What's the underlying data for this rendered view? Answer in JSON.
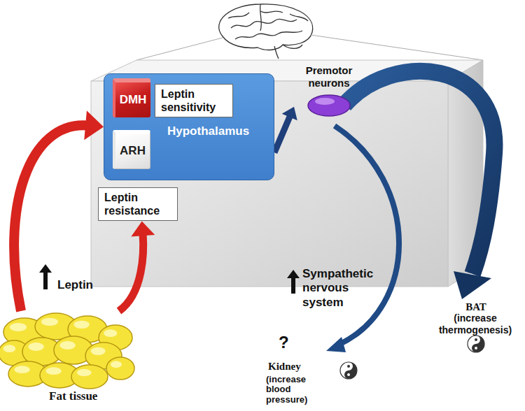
{
  "diagram": {
    "nodes": [
      {
        "text": [
          "Hypothalamus"
        ]
      },
      {
        "text": [
          "DMH"
        ],
        "in": 0
      },
      {
        "text": [
          "Leptin sensitivity"
        ],
        "in": 0
      },
      {
        "text": [
          "ARH"
        ],
        "in": 0
      },
      {
        "text": [
          "Leptin resistance"
        ]
      },
      {
        "text": [
          "Premotor neurons"
        ]
      },
      {
        "text": [
          "Fat tissue"
        ]
      }
    ],
    "edges": [
      {
        "from": 0,
        "to": 5,
        "arrow": "to"
      },
      {
        "from": 6,
        "to": 0,
        "arrow": "to"
      },
      {
        "from": 6,
        "to": 4,
        "arrow": "to"
      }
    ],
    "labels": [
      "Leptin",
      "Sympathetic nervous system",
      "BAT",
      "(increase thermogenesis)",
      "?",
      "Kidney",
      "(increase blood pressure)"
    ]
  }
}
